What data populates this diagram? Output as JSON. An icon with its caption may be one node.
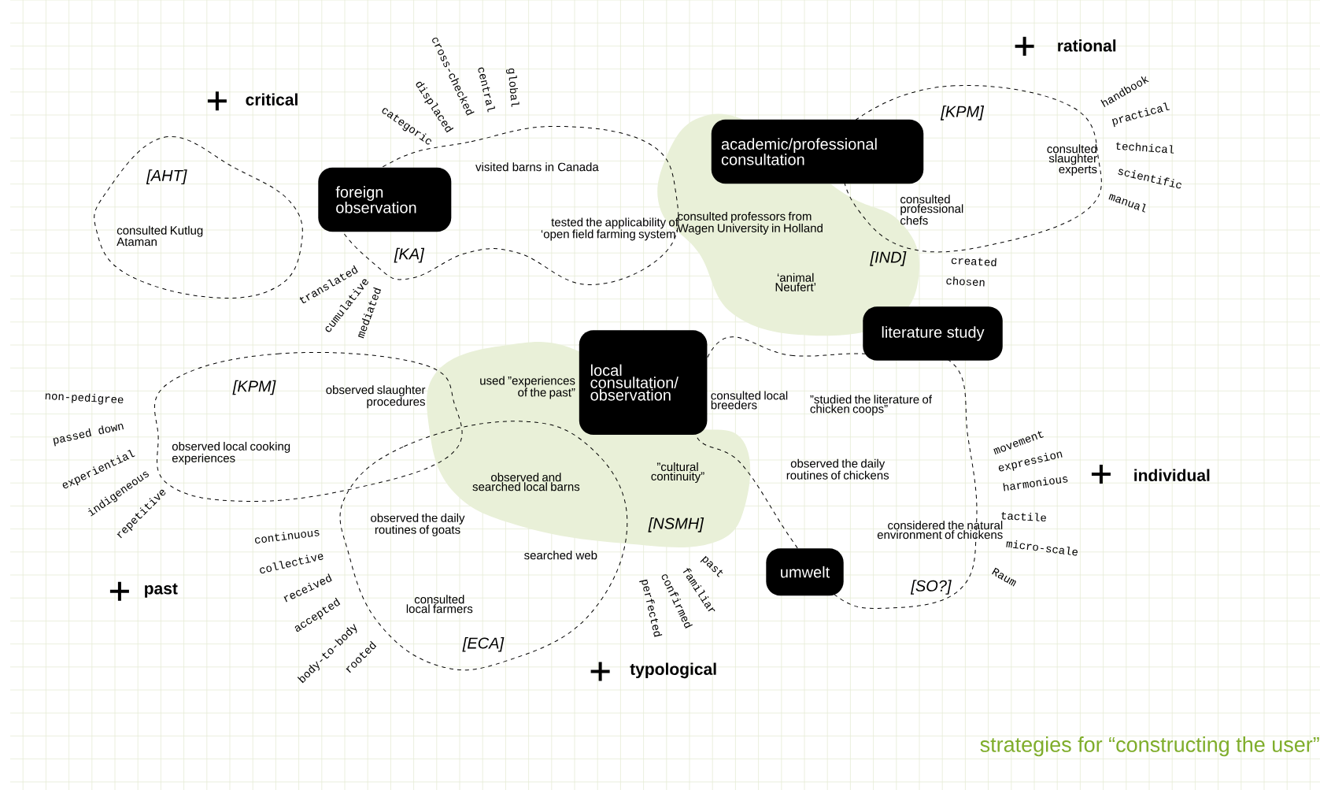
{
  "diagram": {
    "caption": "strategies for “constructing the user”",
    "nodes": [
      {
        "text": [
          "foreign observation"
        ]
      },
      {
        "text": [
          "[AHT]",
          "consulted Kutlug Ataman"
        ]
      },
      {
        "text": [
          "[KA]",
          "visited barns in Canada",
          "tested the applicability of ‘open field farming system’"
        ]
      },
      {
        "text": [
          "academic/professional consultation"
        ]
      },
      {
        "text": [
          "[KPM]",
          "consulted slaughter experts",
          "consulted professional chefs"
        ]
      },
      {
        "text": [
          "[IND]",
          "consulted professors from Wagen University in Holland",
          "‘animal Neufert’"
        ]
      },
      {
        "text": [
          "literature study"
        ]
      },
      {
        "text": [
          "local consultation/ observation"
        ]
      },
      {
        "text": [
          "[KPM]",
          "observed slaughter procedures",
          "observed local cooking experiences"
        ]
      },
      {
        "text": [
          "[NSMH]",
          "used ”experiences of the past”",
          "observed and searched local barns",
          "”cultural continuity”"
        ]
      },
      {
        "text": [
          "[SO?]",
          "consulted local breeders",
          "”studied the literature of chicken coops”",
          "observed the daily routines of chickens",
          "considered the natural environment of chickens"
        ]
      },
      {
        "text": [
          "[ECA]",
          "observed the daily routines of goats",
          "searched web",
          "consulted local farmers"
        ]
      },
      {
        "text": [
          "umwelt"
        ]
      }
    ],
    "labels": [
      "rational",
      "critical",
      "categoric",
      "displaced",
      "cross-checked",
      "central",
      "global",
      "handbook",
      "practical",
      "technical",
      "scientific",
      "manual",
      "created",
      "chosen",
      "translated",
      "cumulative",
      "mediated",
      "non-pedigree",
      "passed down",
      "experiential",
      "indigeneous",
      "repetitive",
      "movement",
      "expression",
      "harmonious",
      "individual",
      "tactile",
      "micro-scale",
      "continuous",
      "collective",
      "received",
      "accepted",
      "past",
      "Raum",
      "past",
      "familiar",
      "body-to-body",
      "rooted",
      "confirmed",
      "perfected",
      "typological"
    ]
  }
}
